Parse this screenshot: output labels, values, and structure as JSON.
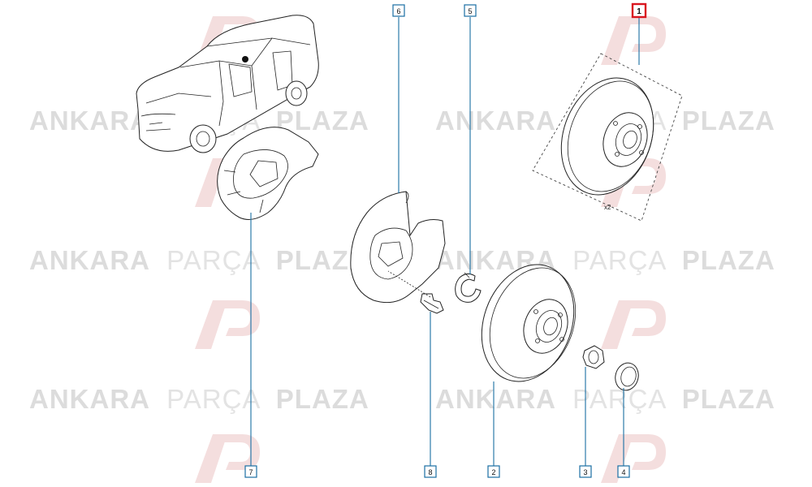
{
  "watermark": {
    "word_bold_left": "ANKARA",
    "word_light": "PARÇA",
    "word_bold_right": "PLAZA"
  },
  "diagram": {
    "quantity_note": "x2",
    "callouts": [
      {
        "id": "callout-1",
        "number": "1",
        "highlight": true
      },
      {
        "id": "callout-2",
        "number": "2",
        "highlight": false
      },
      {
        "id": "callout-3",
        "number": "3",
        "highlight": false
      },
      {
        "id": "callout-4",
        "number": "4",
        "highlight": false
      },
      {
        "id": "callout-5",
        "number": "5",
        "highlight": false
      },
      {
        "id": "callout-6",
        "number": "6",
        "highlight": false
      },
      {
        "id": "callout-7",
        "number": "7",
        "highlight": false
      },
      {
        "id": "callout-8",
        "number": "8",
        "highlight": false
      }
    ]
  },
  "colors": {
    "callout_border": "#1a6fa3",
    "highlight_border": "#d9151f",
    "watermark_text": "#dcdcdc",
    "watermark_logo": "#f3d6d6"
  }
}
